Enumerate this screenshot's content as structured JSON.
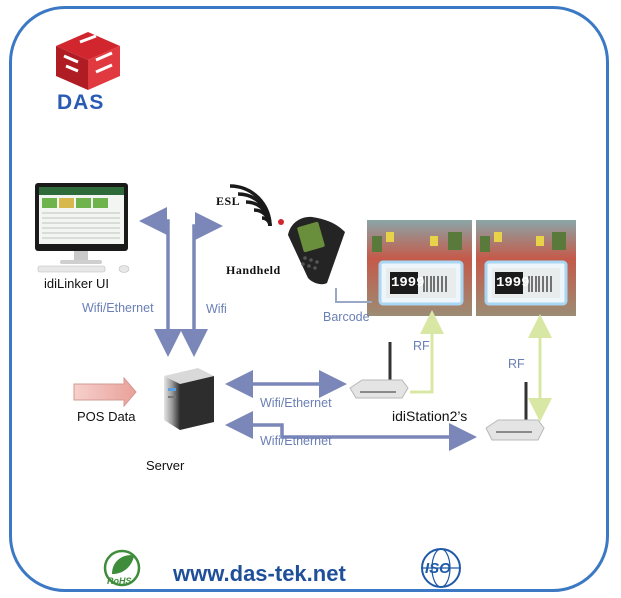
{
  "brand": {
    "logo_text": "DAS",
    "website": "www.das-tek.net"
  },
  "labels": {
    "idilinker_ui": "idiLinker UI",
    "esl": "ESL",
    "handheld": "Handheld",
    "barcode": "Barcode",
    "wifi_ethernet_left": "Wifi/Ethernet",
    "wifi": "Wifi",
    "rf_left": "RF",
    "rf_right": "RF",
    "pos_data": "POS Data",
    "server": "Server",
    "wifi_ethernet_upper": "Wifi/Ethernet",
    "wifi_ethernet_lower": "Wifi/Ethernet",
    "idistation": "idiStation2’s"
  },
  "tags": {
    "price_left": "1999",
    "price_right": "1999"
  },
  "badges": {
    "rohs": "RoHS",
    "iso": "ISO"
  },
  "colors": {
    "frame": "#3c79c4",
    "arrow": "#7a87b8",
    "rf_arrow": "#d8e8a4",
    "logo_red": "#d2262f",
    "logo_blue": "#2a5bb4"
  }
}
